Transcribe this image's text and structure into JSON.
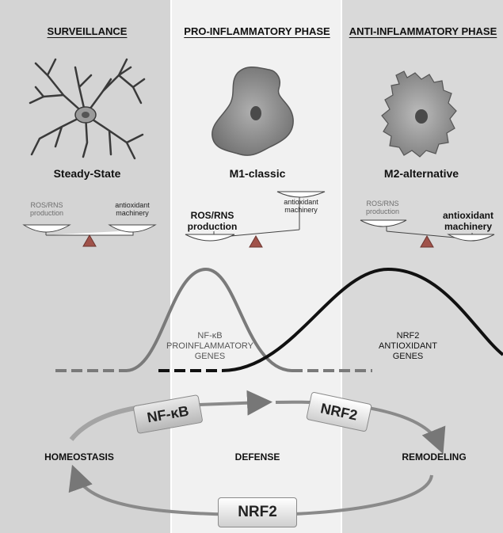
{
  "phases": [
    {
      "title": "SURVEILLANCE",
      "state": "Steady-State"
    },
    {
      "title": "PRO-INFLAMMATORY PHASE",
      "state": "M1-classic"
    },
    {
      "title": "ANTI-INFLAMMATORY PHASE",
      "state": "M2-alternative"
    }
  ],
  "balance": {
    "steady": {
      "left": "ROS/RNS\nproduction",
      "right": "antioxidant\nmachinery"
    },
    "m1": {
      "left": "ROS/RNS\nproduction",
      "right": "antioxidant\nmachinery"
    },
    "m2": {
      "left": "ROS/RNS\nproduction",
      "right": "antioxidant\nmachinery"
    }
  },
  "genes": {
    "nfkb": {
      "line1": "NF-κB",
      "line2": "PROINFLAMMATORY",
      "line3": "GENES"
    },
    "nrf2": {
      "line1": "NRF2",
      "line2": "ANTIOXIDANT",
      "line3": "GENES"
    }
  },
  "cycle": {
    "homeostasis": "HOMEOSTASIS",
    "defense": "DEFENSE",
    "remodeling": "REMODELING",
    "tag_nfkb": "NF-κB",
    "tag_nrf2_top": "NRF2",
    "tag_nrf2_bottom": "NRF2"
  },
  "colors": {
    "nfkb_curve": "#7a7a7a",
    "nrf2_curve": "#111111",
    "scale_triangle": "#a0524a",
    "cell_fill": "#8c8c8c",
    "nucleus": "#5a5a5a"
  }
}
